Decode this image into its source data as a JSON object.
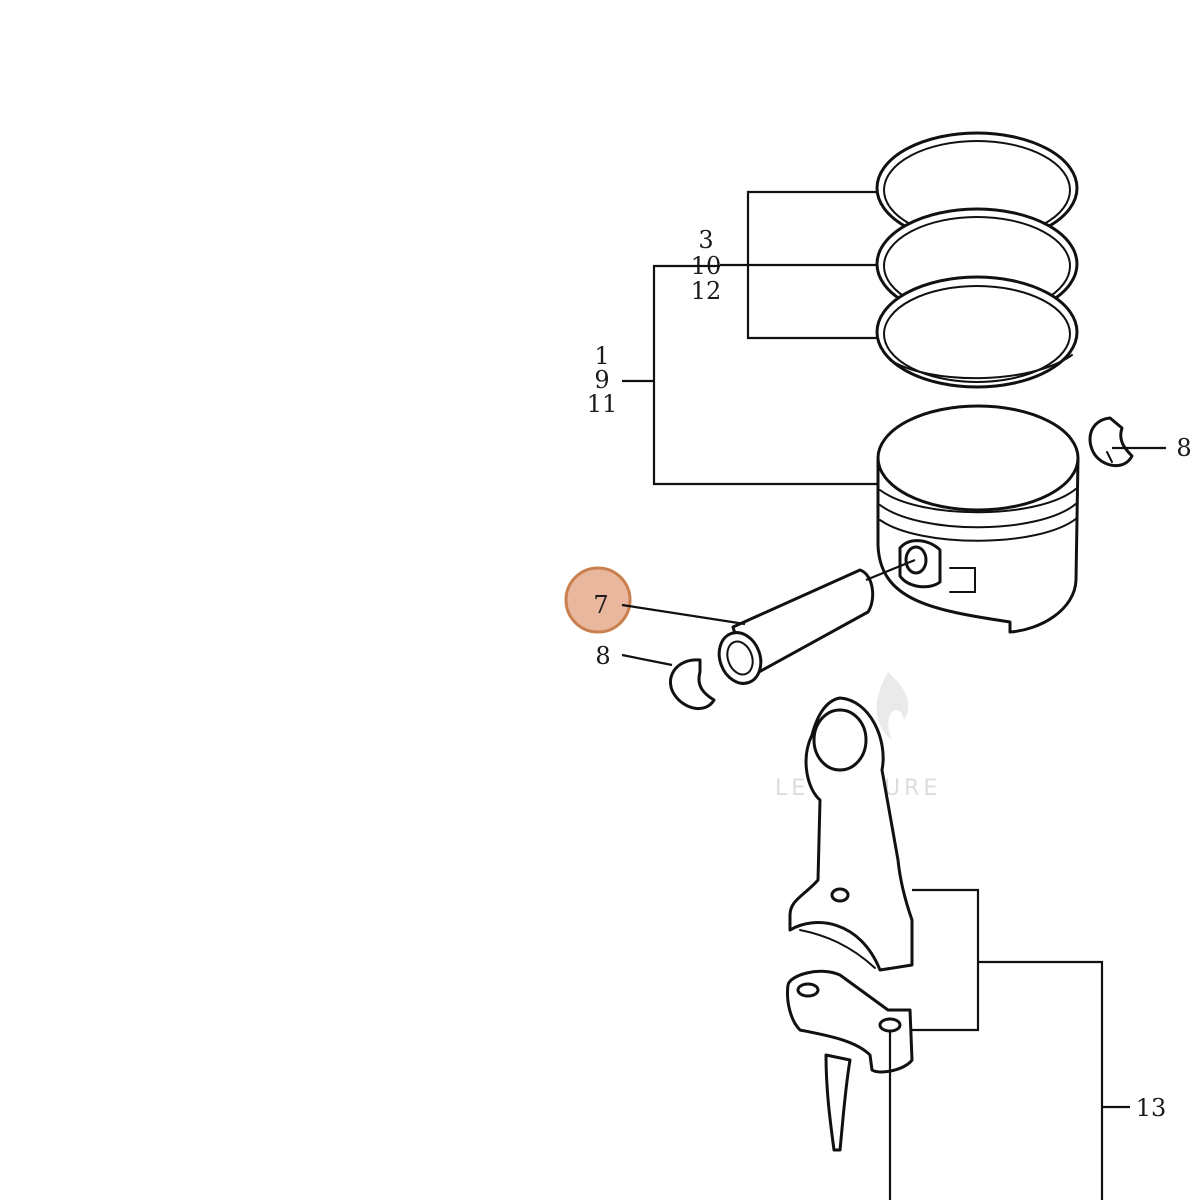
{
  "callouts": {
    "piston_ring_set": [
      "3",
      "10",
      "12"
    ],
    "piston": [
      "1",
      "9",
      "11"
    ],
    "circlip_right": "8",
    "circlip_left": "8",
    "piston_pin": "7",
    "connecting_rod": "13"
  },
  "highlight": {
    "color": "#e9b79e",
    "border": "#c9804e"
  },
  "watermark": "LEVENTURE"
}
